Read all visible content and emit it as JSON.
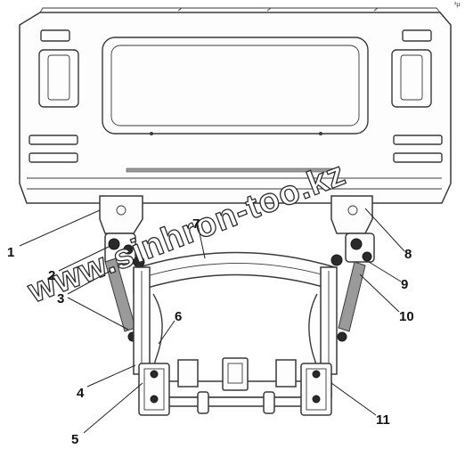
{
  "callouts": [
    {
      "id": "1",
      "label": "1"
    },
    {
      "id": "2",
      "label": "2"
    },
    {
      "id": "3",
      "label": "3"
    },
    {
      "id": "4",
      "label": "4"
    },
    {
      "id": "5",
      "label": "5"
    },
    {
      "id": "6",
      "label": "6"
    },
    {
      "id": "7",
      "label": "7"
    },
    {
      "id": "8",
      "label": "8"
    },
    {
      "id": "9",
      "label": "9"
    },
    {
      "id": "10",
      "label": "10"
    },
    {
      "id": "11",
      "label": "11"
    }
  ],
  "watermark": "www.sinhron-too.kz",
  "corner_mark": "²µ"
}
